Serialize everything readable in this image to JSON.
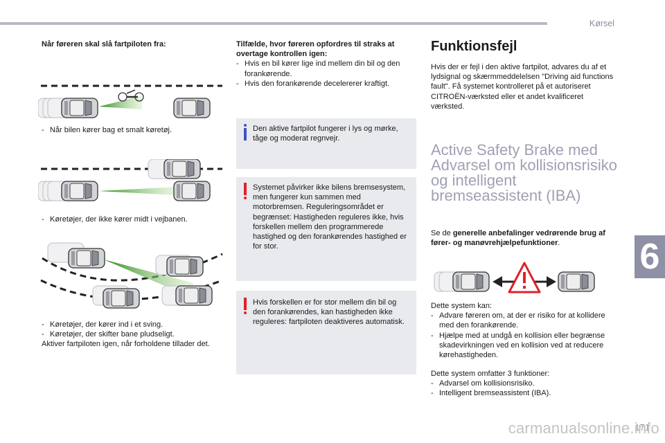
{
  "header": {
    "section": "Kørsel",
    "page_number": "171",
    "chapter_number": "6",
    "watermark": "carmanualsonline.info"
  },
  "col1": {
    "heading": "Når føreren skal slå fartpiloten fra:",
    "item1": "Når bilen kører bag et smalt køretøj.",
    "item2": "Køretøjer, der ikke kører midt i vejbanen.",
    "item3": "Køretøjer, der kører ind i et sving.",
    "item4": "Køretøjer, der skifter bane pludseligt.",
    "closing": "Aktiver fartpiloten igen, når forholdene tillader det."
  },
  "col2": {
    "heading": "Tilfælde, hvor føreren opfordres til straks at overtage kontrollen igen:",
    "item1": "Hvis en bil kører lige ind mellem din bil og den forankørende.",
    "item2": "Hvis den forankørende decelererer kraftigt.",
    "info_note": "Den aktive fartpilot fungerer i lys og mørke, tåge og moderat regnvejr.",
    "warning1": "Systemet påvirker ikke bilens bremsesystem, men fungerer kun sammen med motorbremsen. Reguleringsområdet er begrænset: Hastigheden reguleres ikke, hvis forskellen mellem den programmerede hastighed og den forankørendes hastighed er for stor.",
    "warning2": "Hvis forskellen er for stor mellem din bil og den forankørendes, kan hastigheden ikke reguleres: fartpiloten deaktiveres automatisk."
  },
  "col3": {
    "heading_fault": "Funktionsfejl",
    "fault_text": "Hvis der er fejl i den aktive fartpilot, advares du af et lydsignal og skærmmeddelelsen \"Driving aid functions fault\". Få systemet kontrolleret på et autoriseret CITROËN-værksted eller et andet kvalificeret værksted.",
    "heading_asb": "Active Safety Brake med Advarsel om kollisionsrisiko og intelligent bremseassistent (IBA)",
    "ref_prefix": "Se de ",
    "ref_bold": "generelle anbefalinger vedrørende brug af fører- og manøvrehjælpefunktioner",
    "ref_suffix": ".",
    "system_intro": "Dette system kan:",
    "sys_item1": "Advare føreren om, at der er risiko for at kollidere med den forankørende.",
    "sys_item2": "Hjælpe med at undgå en kollision eller begrænse skadevirkningen ved en kollision ved at reducere kørehastigheden.",
    "functions_intro": "Dette system omfatter 3 funktioner:",
    "func_item1": "Advarsel om kollisionsrisiko.",
    "func_item2": "Intelligent bremseassistent (IBA)."
  },
  "colors": {
    "accent_blue": "#3c55c8",
    "warning_red": "#e0202a",
    "beam_green": "#4aa32c",
    "note_bg": "#e9eaee"
  }
}
